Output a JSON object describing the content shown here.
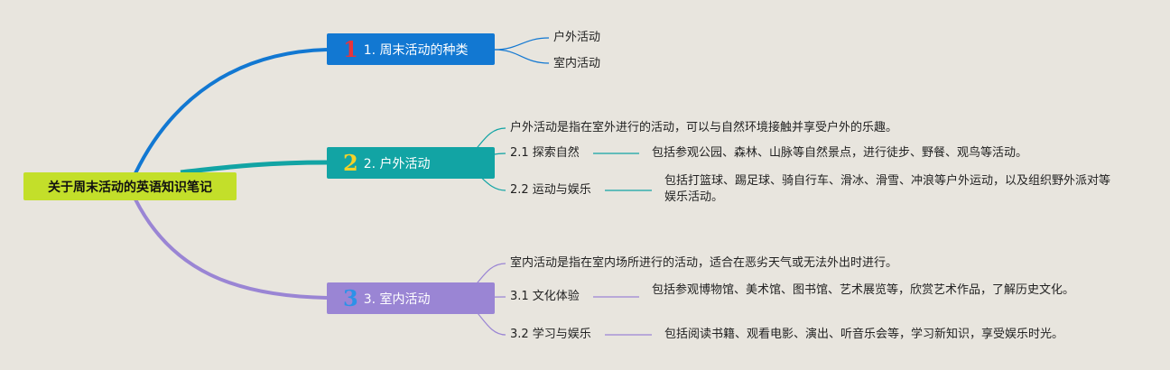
{
  "root": {
    "label": "关于周末活动的英语知识笔记"
  },
  "branches": [
    {
      "number": "1",
      "label": "1. 周末活动的种类",
      "color": "#1278d2",
      "children": [
        {
          "label": "户外活动"
        },
        {
          "label": "室内活动"
        }
      ]
    },
    {
      "number": "2",
      "label": "2. 户外活动",
      "color": "#12a4a4",
      "intro": "户外活动是指在室外进行的活动，可以与自然环境接触并享受户外的乐趣。",
      "children": [
        {
          "label": "2.1 探索自然",
          "detail": "包括参观公园、森林、山脉等自然景点，进行徒步、野餐、观鸟等活动。"
        },
        {
          "label": "2.2 运动与娱乐",
          "detail": "包括打篮球、踢足球、骑自行车、滑冰、滑雪、冲浪等户外运动，以及组织野外派对等娱乐活动。"
        }
      ]
    },
    {
      "number": "3",
      "label": "3. 室内活动",
      "color": "#9a85d4",
      "intro": "室内活动是指在室内场所进行的活动，适合在恶劣天气或无法外出时进行。",
      "children": [
        {
          "label": "3.1 文化体验",
          "detail": "包括参观博物馆、美术馆、图书馆、艺术展览等，欣赏艺术作品，了解历史文化。"
        },
        {
          "label": "3.2 学习与娱乐",
          "detail": "包括阅读书籍、观看电影、演出、听音乐会等，学习新知识，享受娱乐时光。"
        }
      ]
    }
  ]
}
